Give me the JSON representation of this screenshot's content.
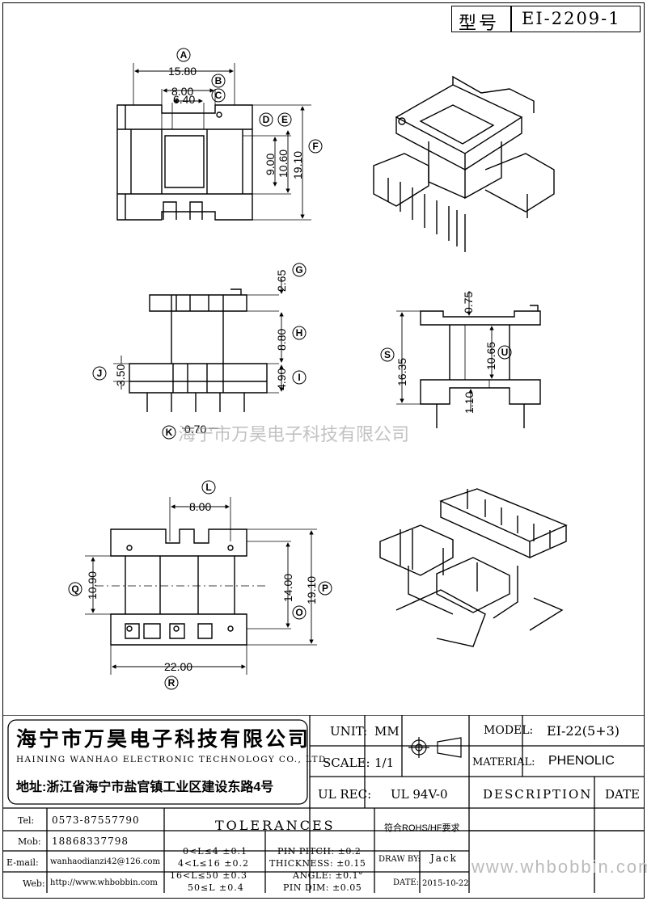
{
  "model_box": {
    "label": "型号",
    "value": "EI-2209-1"
  },
  "views": {
    "top": {
      "dim_a": "15.80",
      "dim_b": "8.00",
      "dim_c": "6.40",
      "dim_vert1": "9.00",
      "dim_vert2": "10.60",
      "dim_vert3": "19.10",
      "balloons": [
        "A",
        "B",
        "C",
        "D",
        "E",
        "F"
      ]
    },
    "front": {
      "dim_g": "2.65",
      "dim_h": "8.80",
      "dim_i": "4.90",
      "dim_j": "3.50",
      "dim_k": "0.70",
      "balloons": [
        "G",
        "H",
        "I",
        "J",
        "K"
      ]
    },
    "side": {
      "dim_075": "0.75",
      "dim_1635": "16.35",
      "dim_1065": "10.65",
      "dim_110": "1.10",
      "balloons": [
        "S",
        "U"
      ]
    },
    "bottom": {
      "dim_l": "8.00",
      "dim_q": "10.90",
      "dim_o": "14.00",
      "dim_p": "19.10",
      "dim_r": "22.00",
      "balloons": [
        "L",
        "Q",
        "O",
        "P",
        "R"
      ]
    },
    "watermark": "海宁市万昊电子科技有限公司"
  },
  "company": {
    "name_cn": "海宁市万昊电子科技有限公司",
    "name_en": "HAINING WANHAO ELECTRONIC TECHNOLOGY CO., LTD.",
    "address": "地址:浙江省海宁市盐官镇工业区建设东路4号"
  },
  "contacts": [
    {
      "label": "Tel:",
      "value": "0573-87557790"
    },
    {
      "label": "Mob:",
      "value": "18868337798"
    },
    {
      "label": "E-mail:",
      "value": "wanhaodianzi42@126.com"
    },
    {
      "label": "Web:",
      "value": "http://www.whbobbin.com"
    }
  ],
  "spec": {
    "unit_label": "UNIT:",
    "unit_value": "MM",
    "scale_label": "SCALE:",
    "scale_value": "1/1",
    "ulrec_label": "UL REC:",
    "ulrec_value": "UL 94V-0",
    "model_label": "MODEL:",
    "model_value": "EI-22(5+3)",
    "material_label": "MATERIAL:",
    "material_value": "PHENOLIC",
    "description_label": "DESCRIPTION",
    "date_label": "DATE",
    "rohs": "符合ROHS/HF要求",
    "drawby_label": "DRAW BY:",
    "drawby_value": "Jack",
    "date2_label": "DATE:",
    "date2_value": "2015-10-22"
  },
  "tolerances": {
    "title": "TOLERANCES",
    "ranges": [
      "0<L≤4 ±0.1",
      "4<L≤16 ±0.2",
      "16<L≤50 ±0.3",
      "50≤L ±0.4"
    ],
    "items": [
      "PIN PITCH: ±0.2",
      "THICKNESS: ±0.15",
      "ANGLE: ±0.1°",
      "PIN DIM: ±0.05"
    ]
  },
  "footer_watermark": "www.whbobbin.com"
}
